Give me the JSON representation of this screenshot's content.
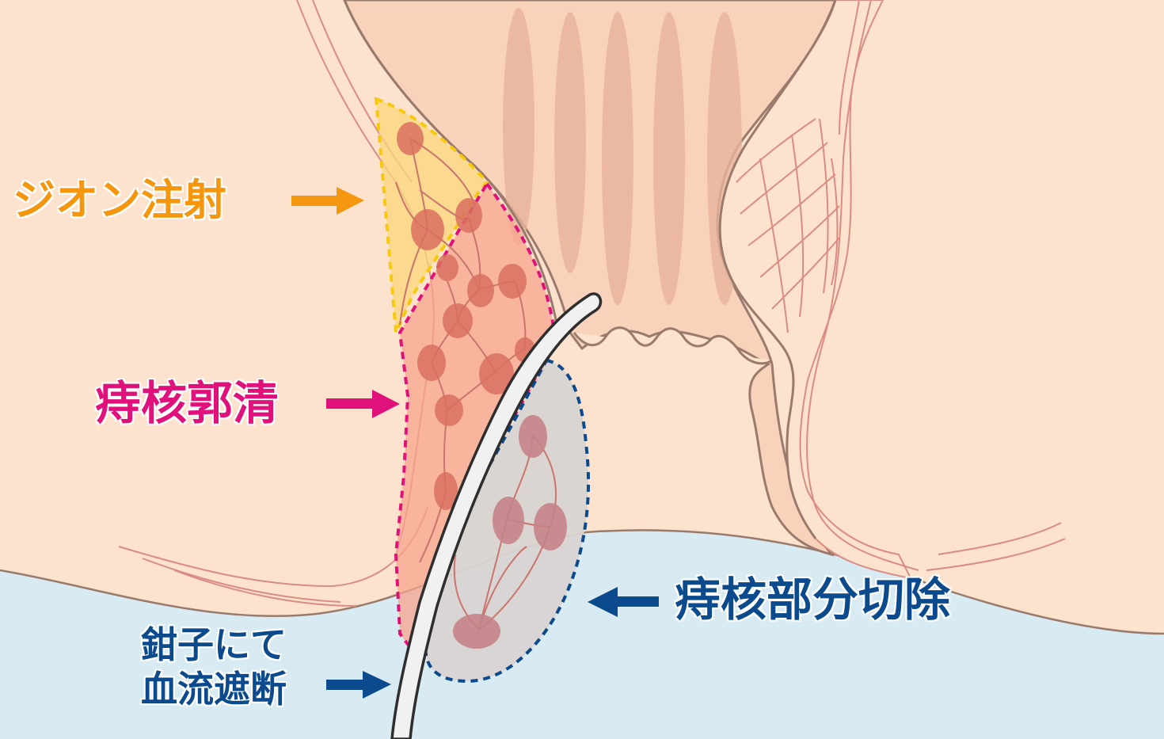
{
  "colors": {
    "skin": "#fde3cd",
    "skin_inner": "#f9d2bb",
    "mucosa_stripe": "#e8b49c",
    "tissue_line": "#d98c86",
    "outline": "#9a7a6c",
    "water": "#d8ebf3",
    "orange": "#f5960f",
    "yellow": "#f7c90d",
    "magenta": "#e0117a",
    "navy": "#0b4a8c",
    "node_red": "#d9705f",
    "node_gray": "#c48388",
    "clamp_fill": "#f1f1f1",
    "clamp_stroke": "#2e2e2e"
  },
  "labels": {
    "zion_injection": "ジオン注射",
    "hemorrhoid_ligation": "痔核郭清",
    "partial_excision": "痔核部分切除",
    "clamp_line1": "鉗子にて",
    "clamp_line2": "血流遮断"
  }
}
